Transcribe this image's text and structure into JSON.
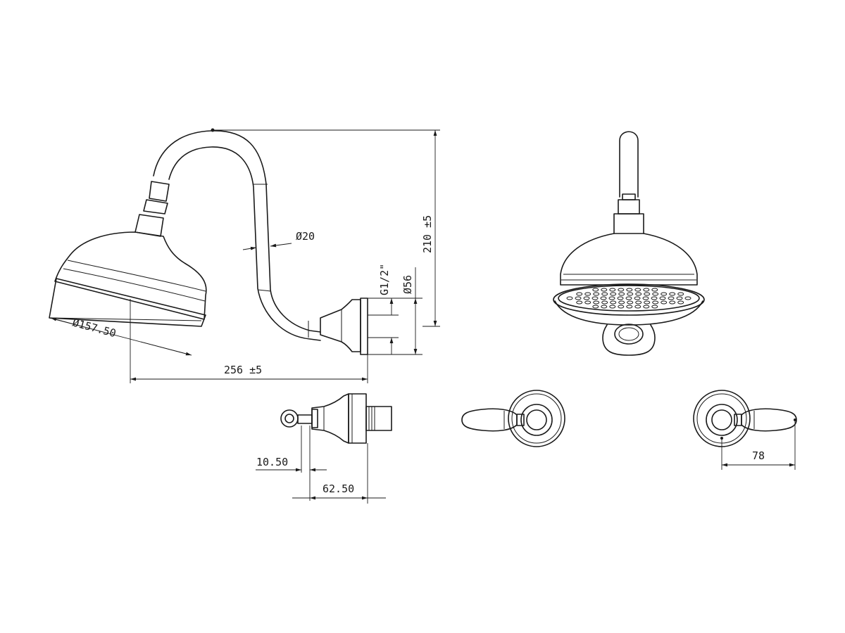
{
  "dimensions": {
    "pipe_diameter": "Ø20",
    "head_diameter": "Ø157.50",
    "thread": "G1/2\"",
    "flange_diameter": "Ø56",
    "height": "210 ±5",
    "projection": "256 ±5",
    "nut_depth": "10.50",
    "body_depth": "62.50",
    "lever_reach": "78"
  },
  "colors": {
    "line": "#1a1a1a",
    "background": "#ffffff"
  }
}
